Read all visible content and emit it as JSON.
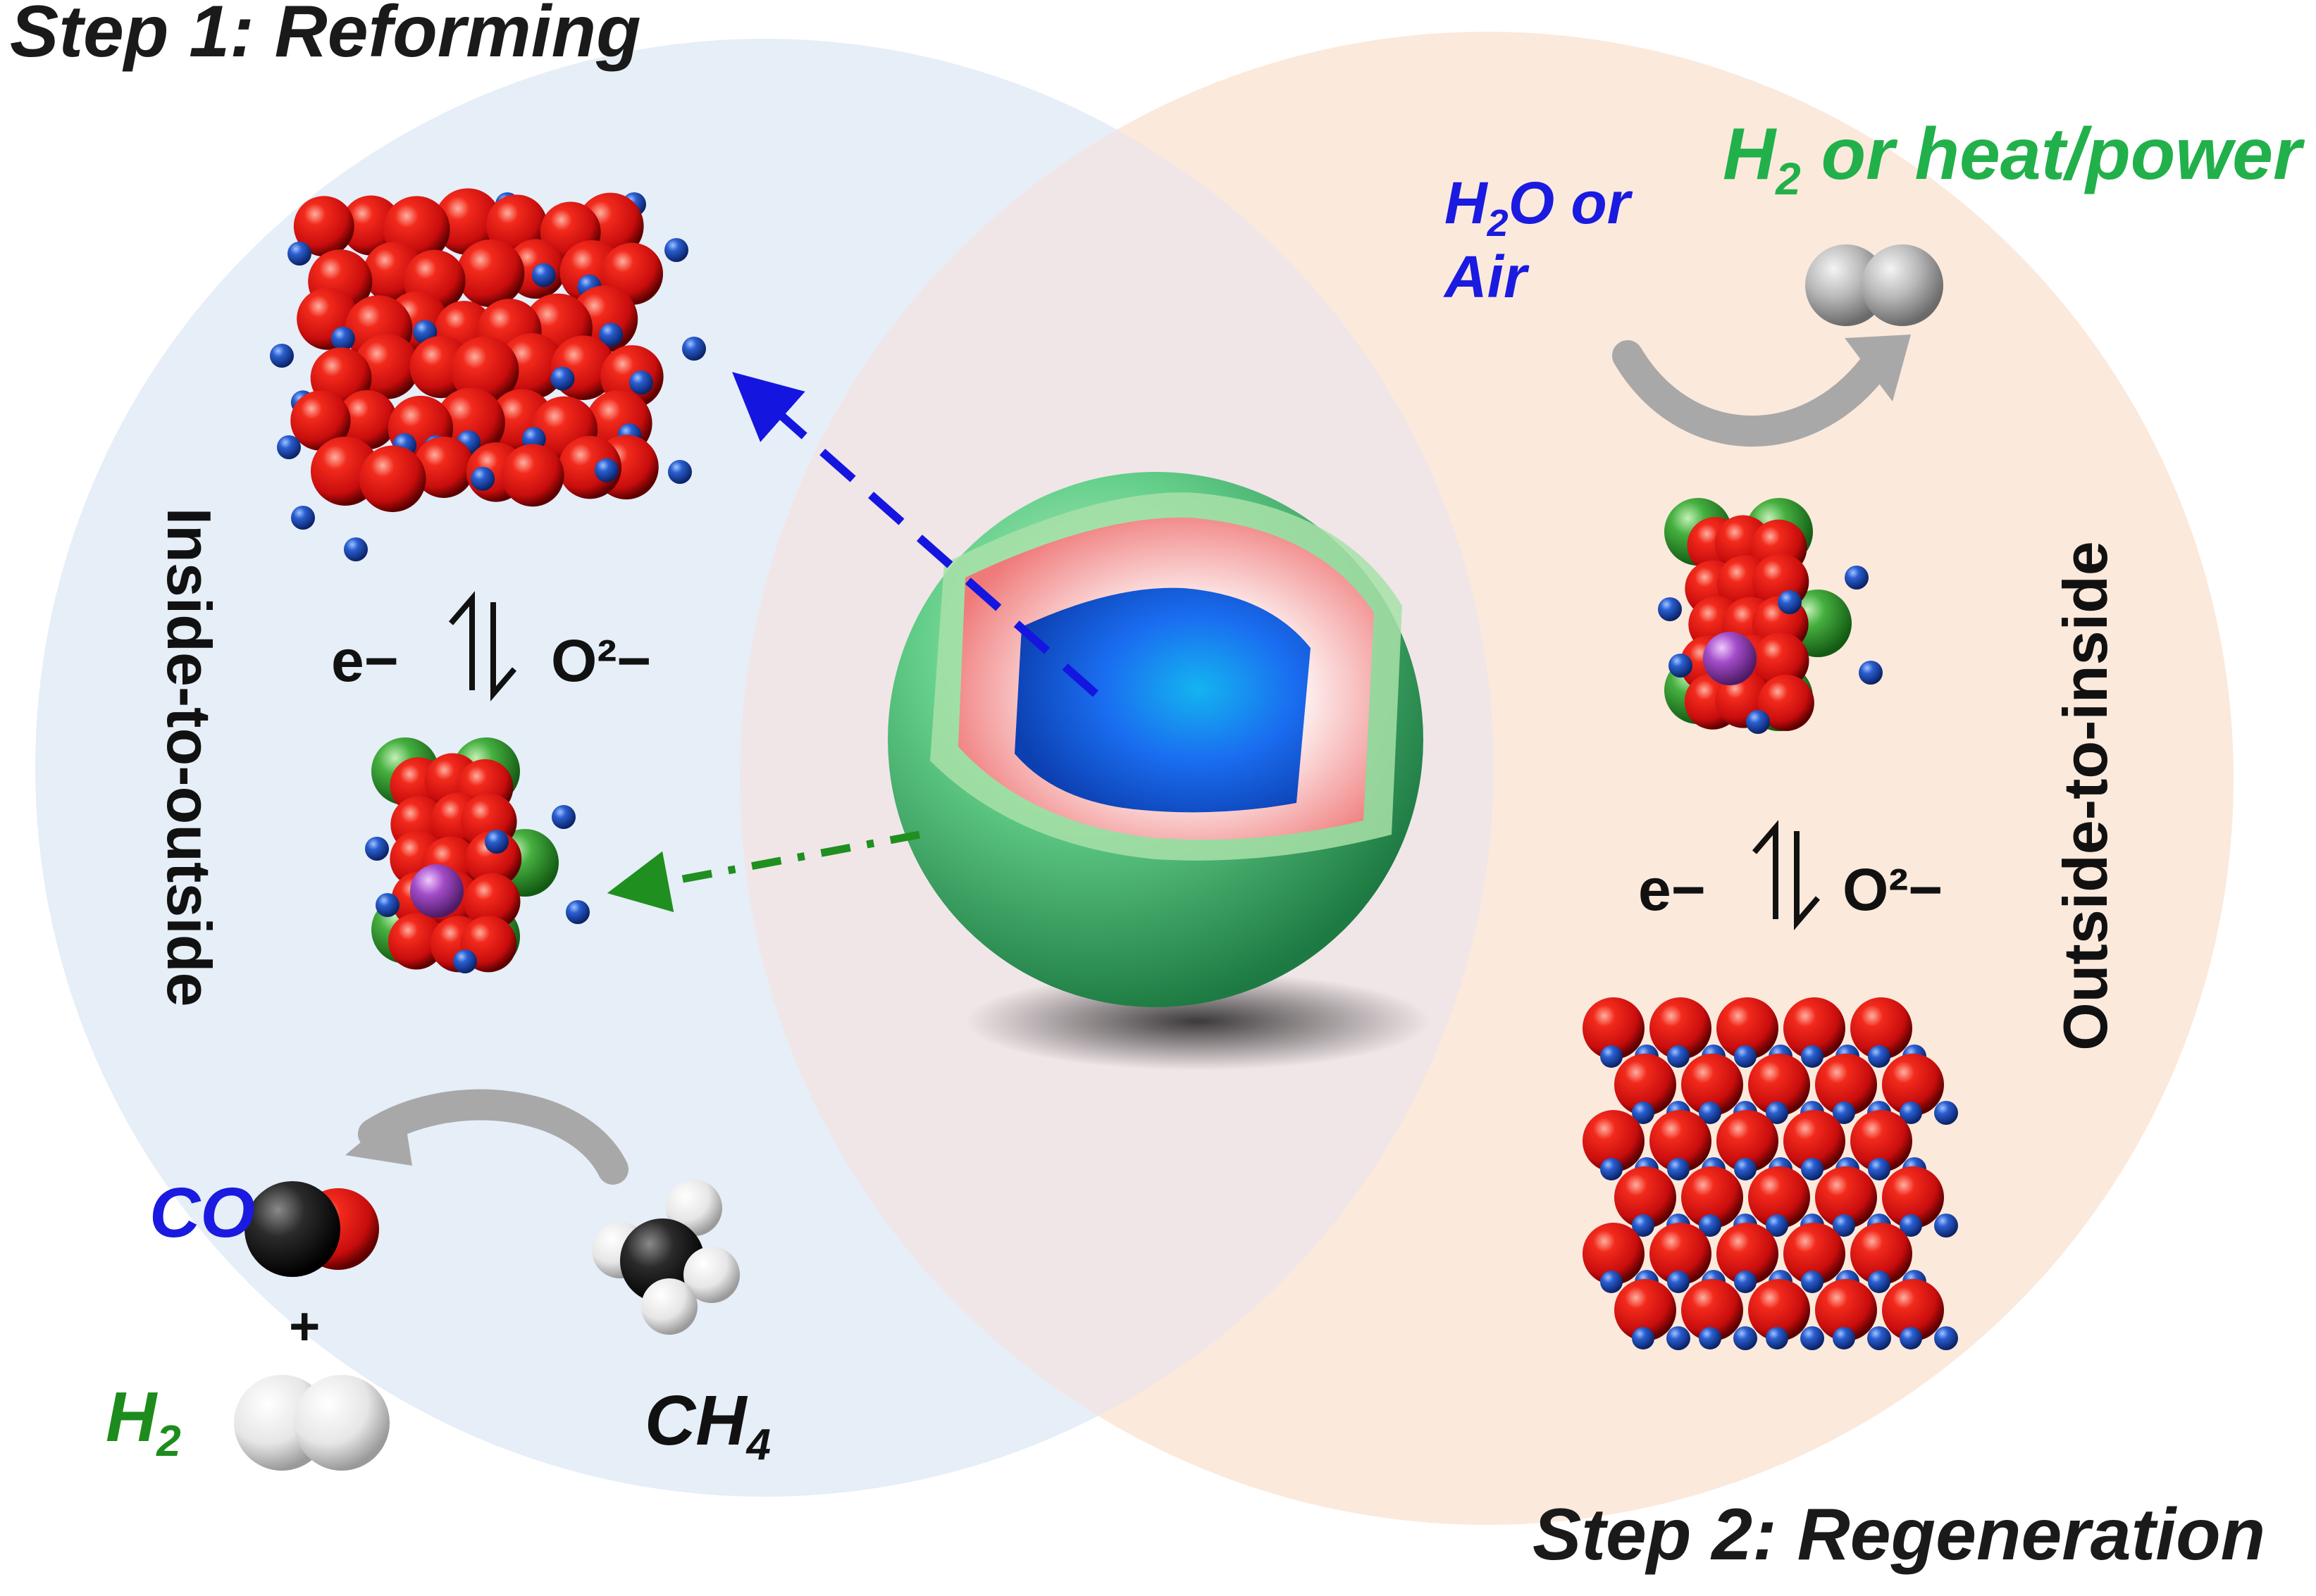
{
  "labels": {
    "step1": "Step 1: Reforming",
    "step2": "Step 2: Regeneration",
    "h2_or_heat_power_main": "H",
    "h2_or_heat_power_sub": "2",
    "h2_or_heat_power_rest": " or heat/power",
    "h2o_or_line1_main": "H",
    "h2o_or_line1_sub": "2",
    "h2o_or_line1_rest": "O or",
    "h2o_or_line2": "Air",
    "inside_to_outside": "Inside-to-outside",
    "outside_to_inside": "Outside-to-inside",
    "electron": "e−",
    "oxide": "O²−",
    "co": "CO",
    "plus": "+",
    "h2_main": "H",
    "h2_sub": "2",
    "ch4_main": "CH",
    "ch4_sub": "4"
  },
  "colors": {
    "left_circle": "#e6eef8",
    "right_circle": "#fbe9dc",
    "overlap": "#f1e7e6",
    "oxygen_atom": "#e01010",
    "metal_atom": "#1e4fb8",
    "dopant_green": "#3aa63a",
    "dopant_purple": "#a050c0",
    "core_blue": "#1a6df0",
    "shell_green": "#5cc982",
    "reforming_arrow": "#1515e0",
    "regeneration_arrow": "#1f8f1f",
    "cycle_arrow": "#a8a8a8",
    "h2_product": "#22b04b"
  }
}
